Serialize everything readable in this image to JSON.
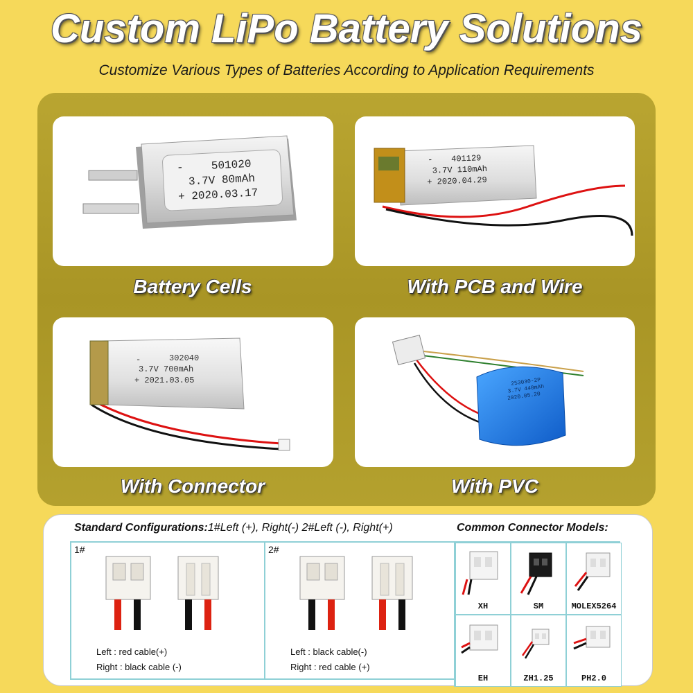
{
  "header": {
    "title": "Custom LiPo Battery Solutions",
    "subtitle": "Customize Various Types of Batteries According to Application Requirements"
  },
  "gallery": {
    "items": [
      {
        "label": "Battery Cells",
        "print": [
          "-",
          "501020",
          "3.7V 80mAh",
          "+ 2020.03.17"
        ]
      },
      {
        "label": "With PCB and Wire",
        "print": [
          "-",
          "401129",
          "3.7V 110mAh",
          "+ 2020.04.29"
        ]
      },
      {
        "label": "With Connector",
        "print": [
          "-",
          "302040",
          "3.7V 700mAh",
          "+ 2021.03.05"
        ]
      },
      {
        "label": "With PVC",
        "print": [
          "253030-2P",
          "3.7V 440mAh",
          "2020.05.20"
        ]
      }
    ]
  },
  "configs": {
    "heading_bold": "Standard Configurations:",
    "heading_rest": "1#Left (+), Right(-)  2#Left (-), Right(+)",
    "boxes": [
      {
        "num": "1#",
        "left_line": "Left : red cable(+)",
        "right_line": "Right : black cable (-)"
      },
      {
        "num": "2#",
        "left_line": "Left : black cable(-)",
        "right_line": "Right : red cable (+)"
      }
    ]
  },
  "connectors": {
    "heading": "Common Connector Models:",
    "models": [
      "XH",
      "SM",
      "MOLEX5264",
      "EH",
      "ZH1.25",
      "PH2.0"
    ]
  },
  "colors": {
    "background": "#f6d95a",
    "gallery_bg": "#b09c2a",
    "accent_border": "#8fd0d6"
  }
}
